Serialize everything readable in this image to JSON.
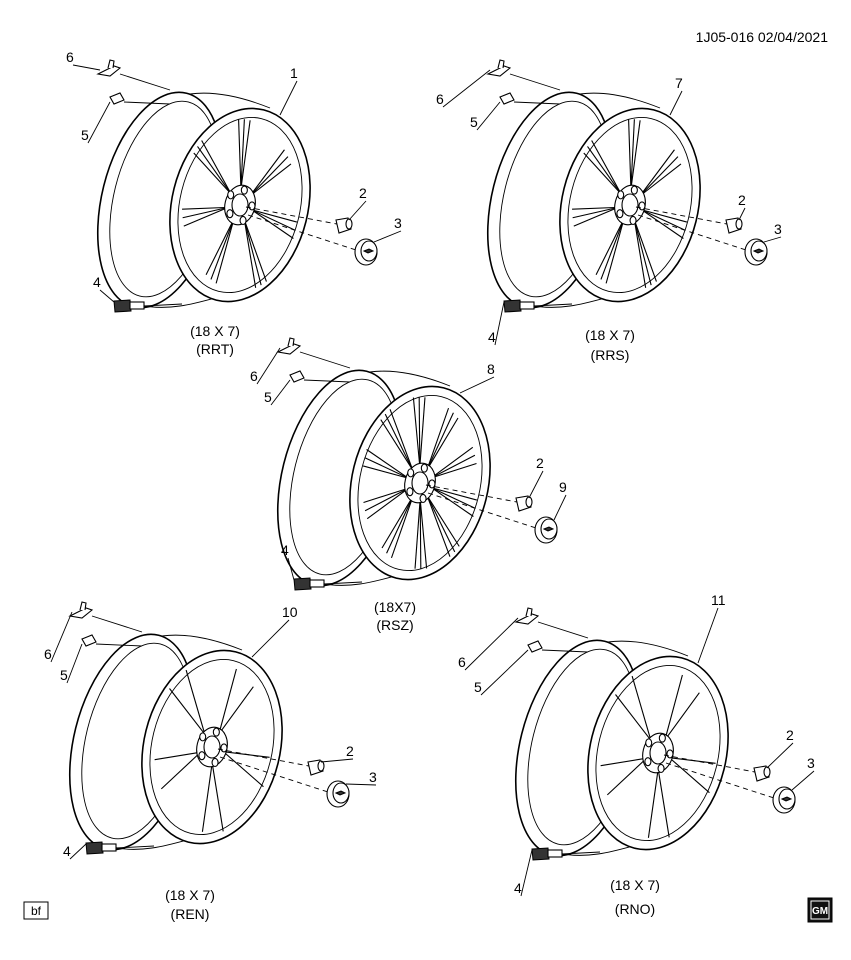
{
  "header": {
    "ref": "1J05-016  02/04/2021"
  },
  "badges": {
    "bf": "bf",
    "gm_logo": "GM"
  },
  "wheels": [
    {
      "id": "rrt",
      "size": "(18 X 7)",
      "code": "(RRT)",
      "labels": [
        "1",
        "2",
        "3",
        "4",
        "5",
        "6"
      ]
    },
    {
      "id": "rrs",
      "size": "(18 X 7)",
      "code": "(RRS)",
      "labels": [
        "7",
        "2",
        "3",
        "4",
        "5",
        "6"
      ]
    },
    {
      "id": "rsz",
      "size": "(18X7)",
      "code": "(RSZ)",
      "labels": [
        "8",
        "2",
        "9",
        "4",
        "5",
        "6"
      ]
    },
    {
      "id": "ren",
      "size": "(18 X 7)",
      "code": "(REN)",
      "labels": [
        "10",
        "2",
        "3",
        "4",
        "5",
        "6"
      ]
    },
    {
      "id": "rno",
      "size": "(18 X 7)",
      "code": "(RNO)",
      "labels": [
        "11",
        "2",
        "3",
        "4",
        "5",
        "6"
      ]
    }
  ]
}
